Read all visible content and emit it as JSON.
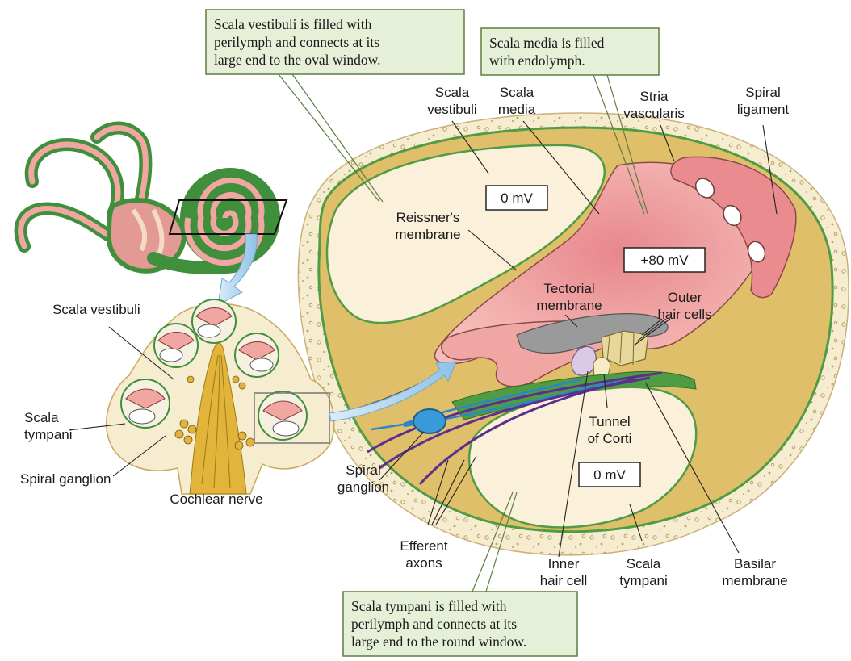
{
  "callouts": {
    "vestibuli_note": [
      "Scala vestibuli is filled with",
      "perilymph and connects at its",
      "large end to the oval window."
    ],
    "media_note": [
      "Scala media is filled",
      "with endolymph."
    ],
    "tympani_note": [
      "Scala tympani is filled with",
      "perilymph and connects at its",
      "large end to the round window."
    ]
  },
  "potentials": {
    "vestibuli": "0 mV",
    "media": "+80 mV",
    "tympani": "0 mV"
  },
  "labels": {
    "scala_vestibuli": [
      "Scala",
      "vestibuli"
    ],
    "scala_media": [
      "Scala",
      "media"
    ],
    "stria_vascularis": [
      "Stria",
      "vascularis"
    ],
    "spiral_ligament": [
      "Spiral",
      "ligament"
    ],
    "reissners_membrane": [
      "Reissner's",
      "membrane"
    ],
    "tectorial_membrane": [
      "Tectorial",
      "membrane"
    ],
    "outer_hair_cells": [
      "Outer",
      "hair cells"
    ],
    "tunnel_of_corti": [
      "Tunnel",
      "of Corti"
    ],
    "spiral_ganglion": [
      "Spiral",
      "ganglion"
    ],
    "efferent_axons": [
      "Efferent",
      "axons"
    ],
    "inner_hair_cell": [
      "Inner",
      "hair cell"
    ],
    "scala_tympani": [
      "Scala",
      "tympani"
    ],
    "basilar_membrane": [
      "Basilar",
      "membrane"
    ]
  },
  "inset_labels": {
    "scala_vestibuli": "Scala vestibuli",
    "scala_tympani": [
      "Scala",
      "tympani"
    ],
    "spiral_ganglion": "Spiral ganglion",
    "cochlear_nerve": "Cochlear nerve"
  },
  "colors": {
    "callout_fill": "#e6f0d8",
    "callout_stroke": "#5e7d3f",
    "bone": "#f5ebcf",
    "ligament": "#e3c16e",
    "perilymph": "#fbf0d9",
    "endolymph": "#f2a9aa",
    "stria": "#e98b8f",
    "membrane_green": "#4f9c45",
    "nerve_blue": "#2c86c8",
    "efferent_purple": "#5b2f8c",
    "arrow_blue": "#9cc8e8"
  }
}
